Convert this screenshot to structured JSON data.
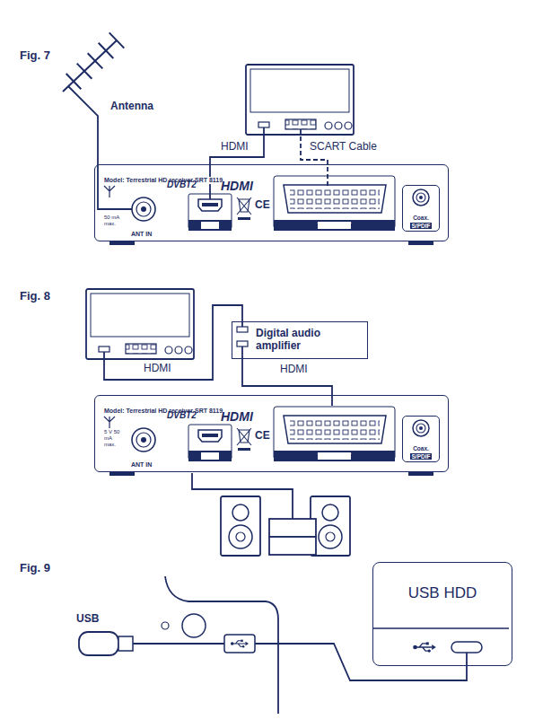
{
  "diagram": {
    "nodes": [
      {
        "text": [
          "Model: Terrestrial HD receiver SRT 8119"
        ]
      },
      {
        "text": [
          "HDMI"
        ],
        "in": 0
      },
      {
        "text": [
          "TV SCART"
        ],
        "in": 0
      },
      {
        "text": [
          "Coax.",
          "S/PDIF"
        ],
        "in": 0
      },
      {
        "text": [
          "Digital audio amplifier"
        ]
      },
      {
        "text": [
          "Model: Terrestrial HD receiver SRT 8119"
        ]
      },
      {
        "text": [
          "HDMI"
        ],
        "in": 5
      },
      {
        "text": [
          "TV SCART"
        ],
        "in": 5
      },
      {
        "text": [
          "Coax.",
          "S/PDIF"
        ],
        "in": 5
      },
      {
        "text": [
          "USB HDD"
        ]
      }
    ],
    "edges": [
      {
        "from": 4,
        "to": 5,
        "label": "HDMI",
        "arrow": "none"
      }
    ],
    "labels": [
      "Fig. 7",
      "Antenna",
      "HDMI",
      "SCART Cable",
      "DVBT2",
      "HDMI",
      "CE",
      "50 mA max.",
      "ANT IN",
      "Fig. 8",
      "HDMI",
      "DVBT2",
      "HDMI",
      "CE",
      "5 V 50 mA max.",
      "ANT IN",
      "Fig. 9",
      "USB"
    ]
  }
}
